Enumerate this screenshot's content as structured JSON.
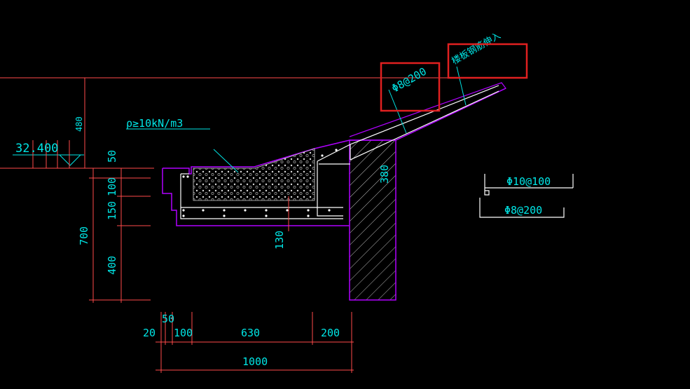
{
  "labels": {
    "elevation": "32.400",
    "fill_note": "ρ≥10kN/m3",
    "roof_rebar": "Φ8@200",
    "slab_rebar_note": "楼板钢筋伸入",
    "beam_depth": "380",
    "slab_thickness": "130",
    "level_dim": "480",
    "legend_top": "Φ10@100",
    "legend_bottom": "Φ8@200"
  },
  "dims_vertical": [
    "50",
    "100",
    "150",
    "400",
    "700"
  ],
  "dims_horizontal": [
    "20",
    "50",
    "100",
    "630",
    "200",
    "1000"
  ],
  "colors": {
    "drawing_line": "#ff4a4a",
    "outline": "#b000ff",
    "text": "#00e5e5",
    "rebar": "#ffffff",
    "highlight": "#e02020",
    "hatch": "#c0c0c0"
  }
}
